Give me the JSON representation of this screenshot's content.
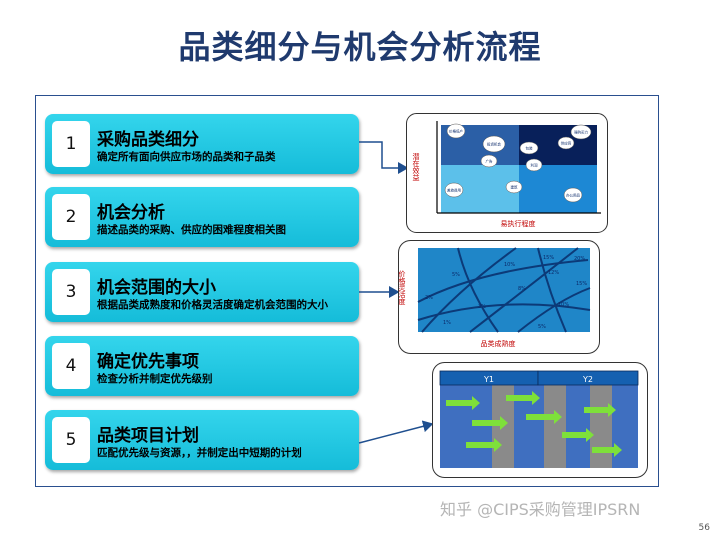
{
  "title": "品类细分与机会分析流程",
  "steps": [
    {
      "num": "1",
      "title": "采购品类细分",
      "desc": "确定所有面向供应市场的品类和子品类"
    },
    {
      "num": "2",
      "title": "机会分析",
      "desc": "描述品类的采购、供应的困难程度相关图"
    },
    {
      "num": "3",
      "title": "机会范围的大小",
      "desc": "根据品类成熟度和价格灵活度确定机会范围的大小"
    },
    {
      "num": "4",
      "title": "确定优先事项",
      "desc": "检查分析并制定优先级别"
    },
    {
      "num": "5",
      "title": "品类项目计划",
      "desc": "匹配优先级与资源，，并制定出中短期的计划"
    }
  ],
  "matrix": {
    "ylabel": "潜在效益",
    "xlabel": "易执行程度",
    "bubbles": [
      "价格低产",
      "投资机会",
      "强购买力",
      "包装",
      "广告",
      "利润",
      "供应商",
      "差旅费用",
      "建筑",
      "办公用品"
    ]
  },
  "opportunity": {
    "ylabel": "价格灵活度",
    "xlabel": "品类成熟度",
    "percentages": [
      "10%",
      "15%",
      "20%",
      "5%",
      "8%",
      "12%",
      "15%",
      "2%",
      "3%",
      "10%",
      "1%",
      "5%"
    ]
  },
  "plan": {
    "y1": "Y1",
    "y2": "Y2"
  },
  "watermark": "知乎 @CIPS采购管理IPSRN",
  "page_number": "56",
  "colors": {
    "step_fill": "#1cc3df",
    "title": "#1f3a6e",
    "arrow": "#1f4f8f"
  }
}
